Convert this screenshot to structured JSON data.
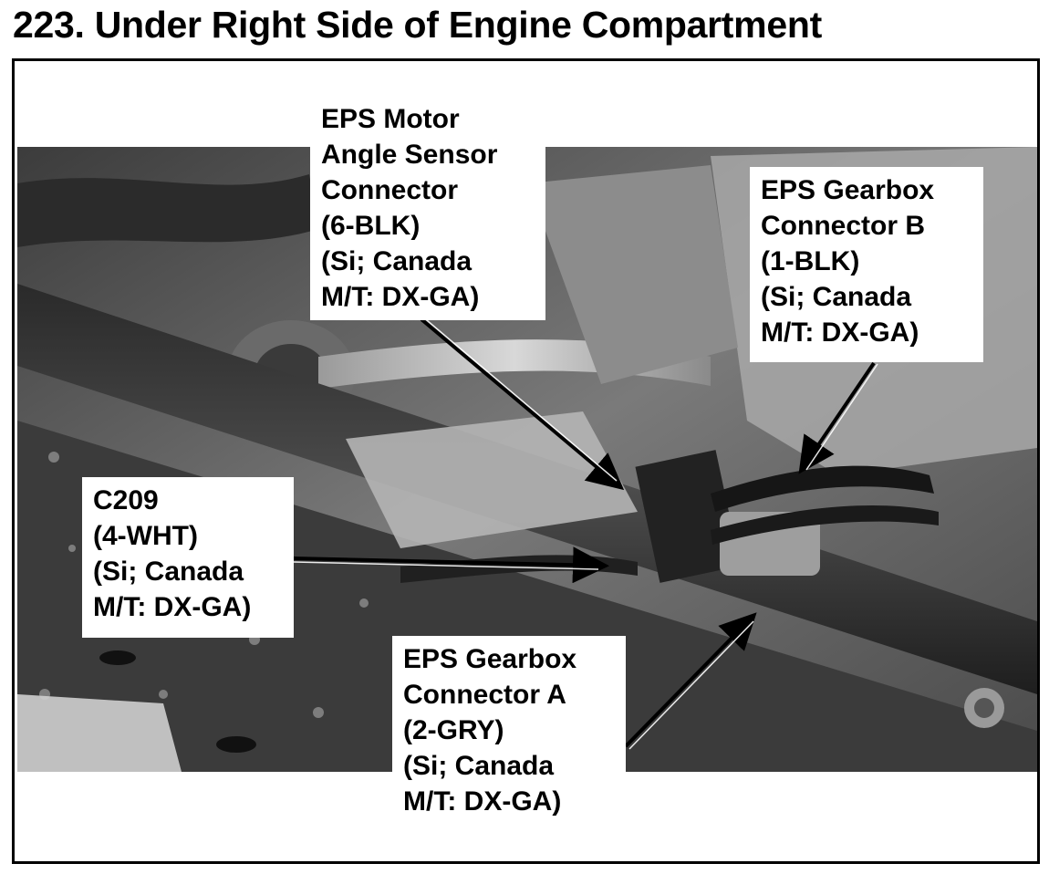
{
  "page": {
    "title": "223. Under Right Side of Engine Compartment"
  },
  "callouts": {
    "eps_motor_angle": {
      "lines": [
        "EPS Motor",
        "Angle Sensor",
        "Connector",
        "(6-BLK)",
        "(Si; Canada",
        "M/T: DX-GA)"
      ]
    },
    "eps_gearbox_b": {
      "lines": [
        "EPS Gearbox",
        "Connector B",
        "(1-BLK)",
        "(Si; Canada",
        "M/T: DX-GA)"
      ]
    },
    "c209": {
      "lines": [
        "C209",
        "(4-WHT)",
        "(Si; Canada",
        "M/T: DX-GA)"
      ]
    },
    "eps_gearbox_a": {
      "lines": [
        "EPS Gearbox",
        "Connector A",
        "(2-GRY)",
        "(Si; Canada",
        "M/T: DX-GA)"
      ]
    }
  },
  "colors": {
    "frame": "#000000",
    "callout_bg": "#ffffff",
    "text": "#000000"
  }
}
